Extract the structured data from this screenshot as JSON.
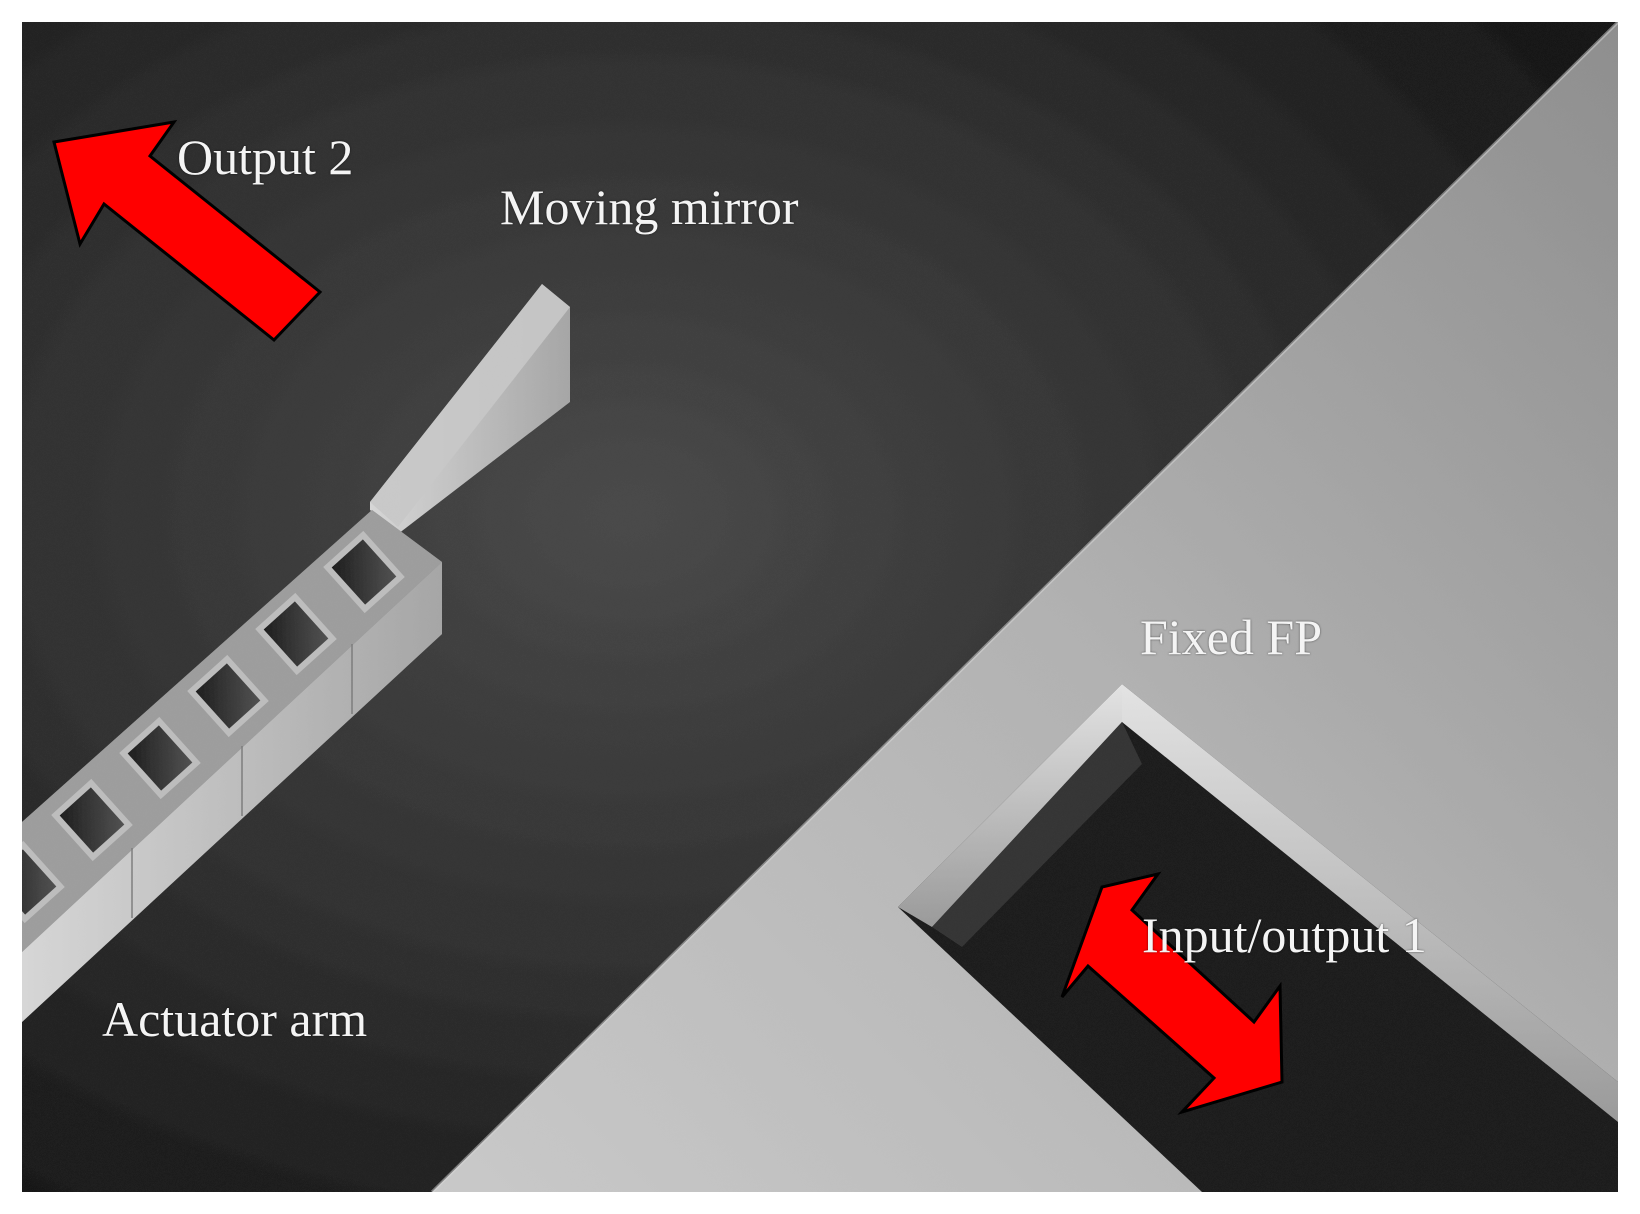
{
  "figure": {
    "labels": {
      "output_2": "Output 2",
      "moving_mirror": "Moving mirror",
      "fixed_fp": "Fixed FP",
      "input_output_1": "Input/output 1",
      "actuator_arm": "Actuator arm"
    },
    "colors": {
      "arrow": "#ff0000",
      "arrow_outline": "#000000",
      "background_dark": "#1c1c1c",
      "substrate_light": "#b8b8b8",
      "label_text": "#f4f4f4"
    },
    "icons": {
      "output_arrow": "arrow-up-left-icon",
      "input_output_arrow": "double-arrow-diagonal-icon"
    }
  }
}
